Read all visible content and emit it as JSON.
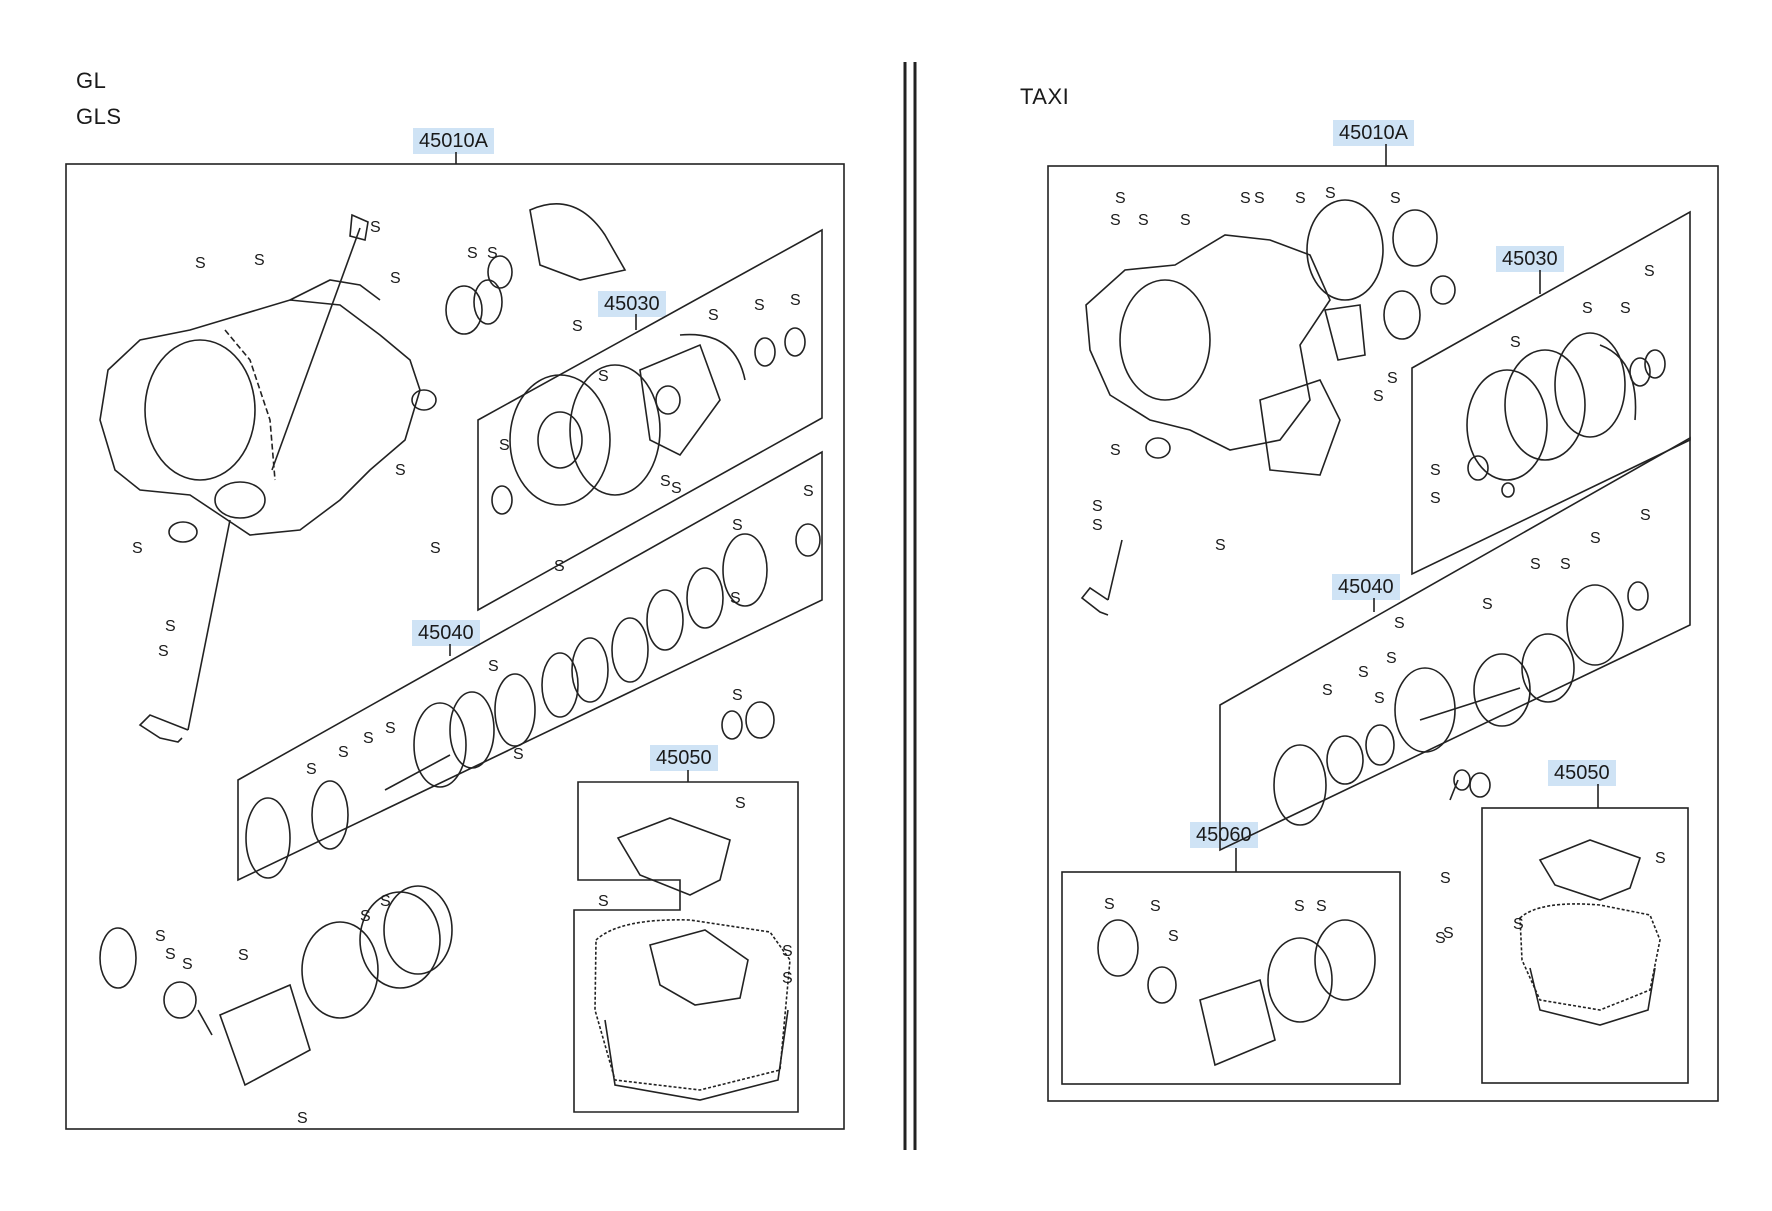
{
  "left_panel": {
    "variants": [
      "GL",
      "GLS"
    ],
    "labels": {
      "assembly": "45010A",
      "a": "45030",
      "b": "45040",
      "c": "45050"
    }
  },
  "right_panel": {
    "variant": "TAXI",
    "labels": {
      "assembly": "45010A",
      "a": "45030",
      "b": "45040",
      "c": "45050",
      "d": "45060"
    }
  },
  "callout_symbol": "S",
  "colors": {
    "label_highlight": "#cfe3f5",
    "line": "#222222"
  }
}
